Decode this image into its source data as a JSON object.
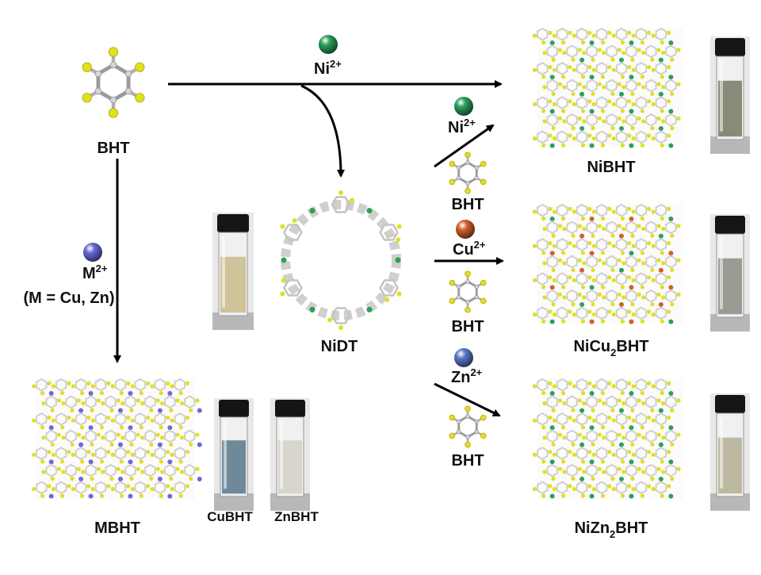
{
  "colors": {
    "carbon": "#c8c8c8",
    "sulfur": "#e0e020",
    "nickel": "#2aa05a",
    "copper": "#d0602a",
    "zinc": "#5a78c8",
    "generic_metal": "#6a6ad8",
    "arrow": "#000000"
  },
  "labels": {
    "bht_top": "BHT",
    "ni_top_ion": "Ni",
    "ni_top_charge": "2+",
    "m_ion": "M",
    "m_charge": "2+",
    "m_note": "(M = Cu, Zn)",
    "nidt": "NiDT",
    "ni_mid_ion": "Ni",
    "ni_mid_charge": "2+",
    "bht_1": "BHT",
    "cu_ion": "Cu",
    "cu_charge": "2+",
    "bht_2": "BHT",
    "zn_ion": "Zn",
    "zn_charge": "2+",
    "bht_3": "BHT",
    "nibht": "NiBHT",
    "nicu_a": "NiCu",
    "nicu_sub": "2",
    "nicu_b": "BHT",
    "nizn_a": "NiZn",
    "nizn_sub": "2",
    "nizn_b": "BHT",
    "mbht": "MBHT",
    "cubht": "CuBHT",
    "znbht": "ZnBHT"
  },
  "vials": {
    "nidt_liquid": "#cfc39a",
    "nibht_liquid": "#8a8a78",
    "nicu_liquid": "#9a9c94",
    "nizn_liquid": "#bdb8a0",
    "cubht_liquid": "#6e8a9a",
    "znbht_liquid": "#d8d6cc"
  }
}
